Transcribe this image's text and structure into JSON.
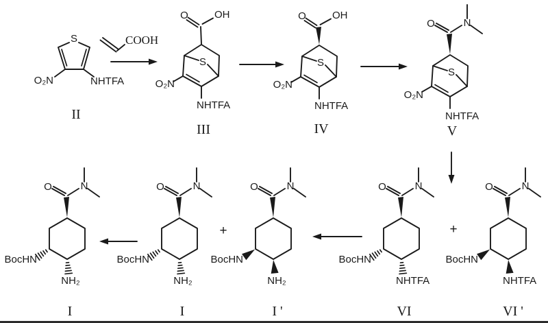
{
  "figure": {
    "background": "#ffffff",
    "ink": "#1a1a1a"
  },
  "atoms": {
    "S": "S",
    "O": "O",
    "OH": "OH",
    "N": "N",
    "O2N": "O₂N",
    "NHTFA": "NHTFA",
    "BocHN": "BocHN",
    "NH2": "NH₂"
  },
  "reagents": {
    "acrylic_acid_cooh": "COOH"
  },
  "plus": "+",
  "compounds": {
    "II": "II",
    "III": "III",
    "IV": "IV",
    "V": "V",
    "I_a": "I",
    "I_b": "I",
    "I_prime": "I '",
    "VI": "VI",
    "VI_prime": "VI '"
  }
}
